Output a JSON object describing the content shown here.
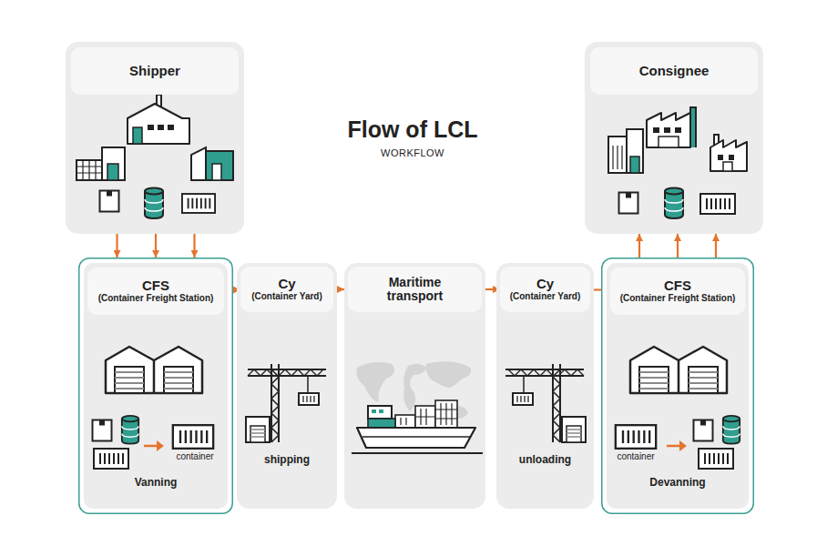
{
  "diagram": {
    "title": "Flow of LCL",
    "nodes": [
      {
        "text": [
          "Shipper"
        ]
      },
      {
        "text": [
          "Consignee"
        ]
      },
      {
        "text": [
          "Vanning"
        ]
      },
      {
        "text": [
          "CFS",
          "(Container Freight Station)"
        ],
        "in": 2
      },
      {
        "text": [
          "shipping"
        ]
      },
      {
        "text": [
          "Cy",
          "(Container Yard)"
        ],
        "in": 4
      },
      {
        "text": [
          "Maritime transport"
        ]
      },
      {
        "text": [
          "unloading"
        ]
      },
      {
        "text": [
          "Cy",
          "(Container Yard)"
        ],
        "in": 7
      },
      {
        "text": [
          "Devanning"
        ]
      },
      {
        "text": [
          "CFS",
          "(Container Freight Station)"
        ],
        "in": 9
      }
    ],
    "edges": [
      {
        "from": 0,
        "to": 2,
        "arrow": "to"
      },
      {
        "from": 0,
        "to": 2,
        "arrow": "to"
      },
      {
        "from": 0,
        "to": 2,
        "arrow": "to"
      },
      {
        "from": 3,
        "to": 5,
        "arrow": "to"
      },
      {
        "from": 5,
        "to": 6,
        "arrow": "to"
      },
      {
        "from": 6,
        "to": 8,
        "arrow": "to"
      },
      {
        "from": 8,
        "to": 10,
        "arrow": "to"
      },
      {
        "from": 9,
        "to": 1,
        "arrow": "to"
      },
      {
        "from": 9,
        "to": 1,
        "arrow": "to"
      },
      {
        "from": 9,
        "to": 1,
        "arrow": "to"
      }
    ],
    "labels": [
      "WORKFLOW",
      "container",
      "container"
    ]
  }
}
